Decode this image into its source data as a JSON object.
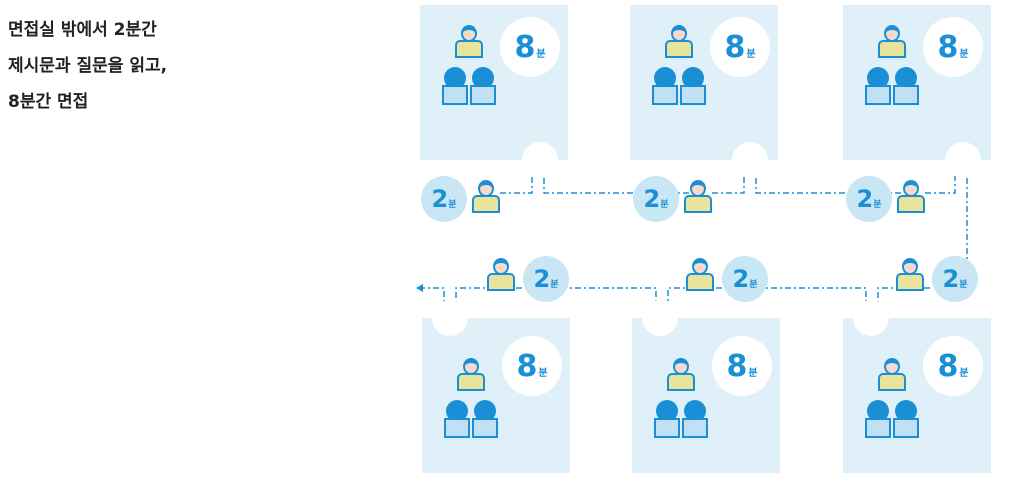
{
  "caption": {
    "lines": [
      "면접실 밖에서 2분간",
      "제시문과 질문을 읽고,",
      "8분간 면접"
    ]
  },
  "rooms": [
    {
      "minutes": "8",
      "unit": "분"
    },
    {
      "minutes": "8",
      "unit": "분"
    },
    {
      "minutes": "8",
      "unit": "분"
    },
    {
      "minutes": "8",
      "unit": "분"
    },
    {
      "minutes": "8",
      "unit": "분"
    },
    {
      "minutes": "8",
      "unit": "분"
    }
  ],
  "waits": [
    {
      "minutes": "2",
      "unit": "분"
    },
    {
      "minutes": "2",
      "unit": "분"
    },
    {
      "minutes": "2",
      "unit": "분"
    },
    {
      "minutes": "2",
      "unit": "분"
    },
    {
      "minutes": "2",
      "unit": "분"
    },
    {
      "minutes": "2",
      "unit": "분"
    }
  ],
  "colors": {
    "accent": "#1a8fd6",
    "room": "#dff0f8",
    "wait": "#c8e6f4"
  }
}
